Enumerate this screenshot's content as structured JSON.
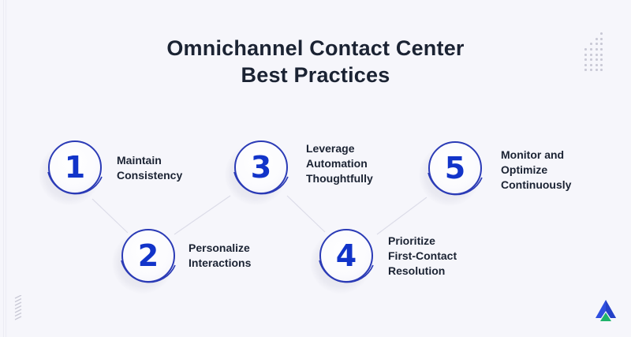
{
  "title": {
    "line1": "Omnichannel Contact Center",
    "line2": "Best Practices"
  },
  "steps": [
    {
      "number": "1",
      "label_lines": [
        "Maintain",
        "Consistency"
      ]
    },
    {
      "number": "2",
      "label_lines": [
        "Personalize",
        "Interactions"
      ]
    },
    {
      "number": "3",
      "label_lines": [
        "Leverage",
        "Automation",
        "Thoughtfully"
      ]
    },
    {
      "number": "4",
      "label_lines": [
        "Prioritize",
        "First-Contact",
        "Resolution"
      ]
    },
    {
      "number": "5",
      "label_lines": [
        "Monitor and",
        "Optimize",
        "Continuously"
      ]
    }
  ],
  "decorations": {
    "dot-grid-icon": "top-right",
    "stripes-icon": "bottom-left",
    "brand-logo-icon": "bottom-right"
  },
  "colors": {
    "background": "#f6f6fb",
    "title_text": "#1b2333",
    "number_blue": "#1234c9",
    "ring_blue": "#2b3bb6",
    "logo_blue": "#2f4fe0",
    "logo_green": "#1fb36a"
  }
}
